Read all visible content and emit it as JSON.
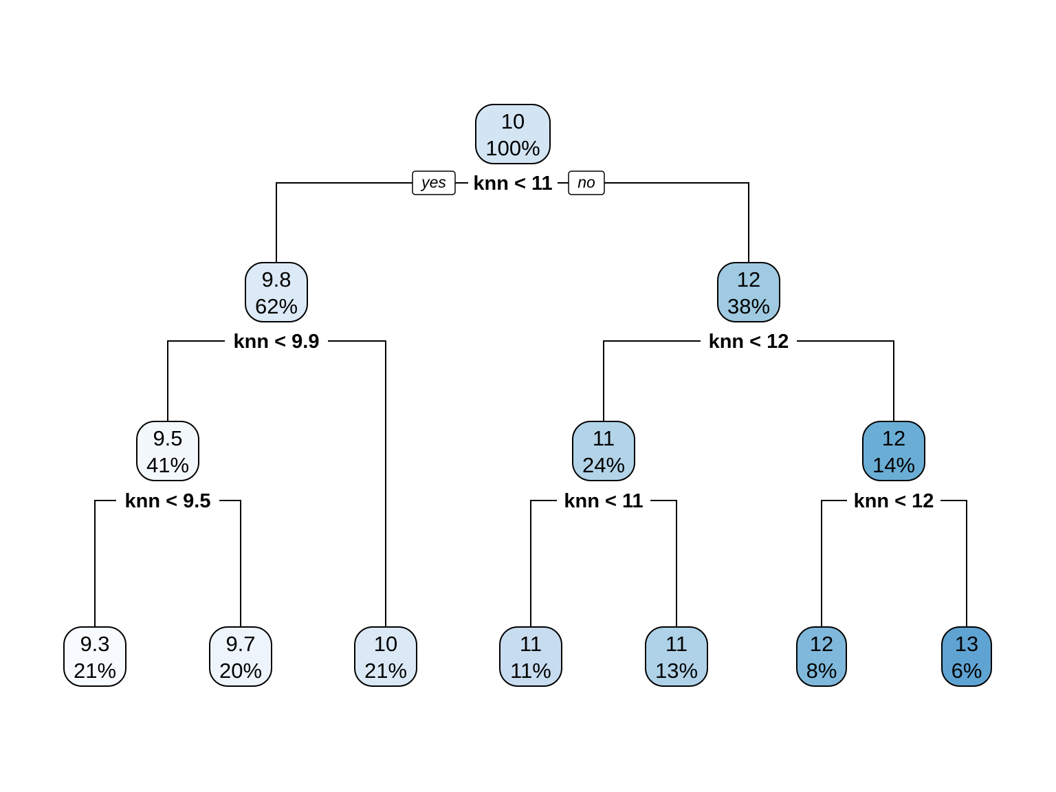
{
  "tree": {
    "edge_tags": {
      "yes": "yes",
      "no": "no"
    },
    "nodes": [
      {
        "id": "n1",
        "value": "10",
        "percent": "100%",
        "color": "#d3e4f3"
      },
      {
        "id": "n2",
        "value": "9.8",
        "percent": "62%",
        "color": "#dce9f6"
      },
      {
        "id": "n3",
        "value": "12",
        "percent": "38%",
        "color": "#9fcae1"
      },
      {
        "id": "n4",
        "value": "9.5",
        "percent": "41%",
        "color": "#f3f8fd"
      },
      {
        "id": "n5",
        "value": "10",
        "percent": "21%",
        "color": "#dbe9f6"
      },
      {
        "id": "n6",
        "value": "11",
        "percent": "24%",
        "color": "#b3d3e8"
      },
      {
        "id": "n7",
        "value": "12",
        "percent": "14%",
        "color": "#6aaed6"
      },
      {
        "id": "n8",
        "value": "9.3",
        "percent": "21%",
        "color": "#f7fbff"
      },
      {
        "id": "n9",
        "value": "9.7",
        "percent": "20%",
        "color": "#edf4fb"
      },
      {
        "id": "n10",
        "value": "11",
        "percent": "11%",
        "color": "#c8dcf0"
      },
      {
        "id": "n11",
        "value": "11",
        "percent": "13%",
        "color": "#b0d2e8"
      },
      {
        "id": "n12",
        "value": "12",
        "percent": "8%",
        "color": "#7fb8da"
      },
      {
        "id": "n13",
        "value": "13",
        "percent": "6%",
        "color": "#5fa3d2"
      }
    ],
    "splits": [
      {
        "id": "s1",
        "label": "knn < 11"
      },
      {
        "id": "s2",
        "label": "knn < 9.9"
      },
      {
        "id": "s3",
        "label": "knn < 12"
      },
      {
        "id": "s4",
        "label": "knn < 9.5"
      },
      {
        "id": "s5",
        "label": "knn < 11"
      },
      {
        "id": "s6",
        "label": "knn < 12"
      }
    ]
  }
}
